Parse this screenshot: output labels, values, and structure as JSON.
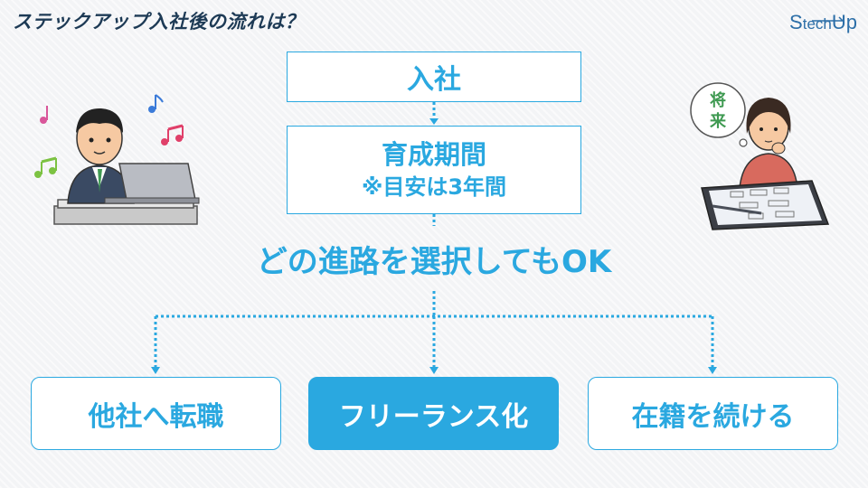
{
  "header": {
    "title": "ステックアップ入社後の流れは？",
    "logo": {
      "part1": "S",
      "part2": "tech",
      "part3": "Up"
    }
  },
  "flow": {
    "step_join": "入社",
    "step_training": {
      "title": "育成期間",
      "note": "※目安は3年間"
    },
    "headline": "どの進路を選択してもOK",
    "options": [
      "他社へ転職",
      "フリーランス化",
      "在籍を続ける"
    ]
  },
  "illustrations": {
    "right_bubble_text": "将来"
  },
  "colors": {
    "accent": "#2aa8e0",
    "title": "#1d3a55",
    "logo": "#2d6fa8"
  }
}
